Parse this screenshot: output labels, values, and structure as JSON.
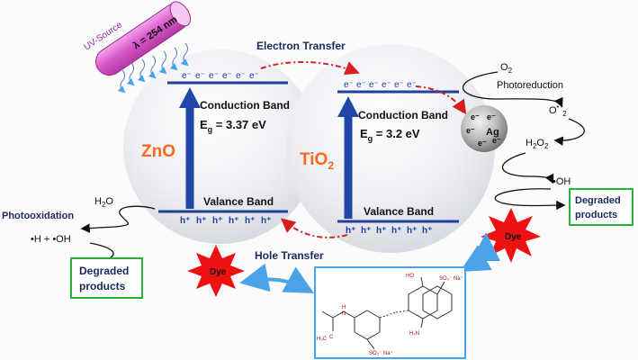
{
  "uv_source": {
    "label": "UV-Source",
    "wavelength": "λ = 254 nm"
  },
  "process_labels": {
    "electron_transfer": "Electron Transfer",
    "hole_transfer": "Hole Transfer",
    "photoreduction": "Photoreduction",
    "photooxidation": "Photooxidation"
  },
  "zno": {
    "name": "ZnO",
    "conduction_band": "Conduction Band",
    "valence_band": "Valance Band",
    "bandgap_symbol": "E",
    "bandgap_subscript": "g",
    "bandgap_value": " = 3.37 eV",
    "electrons": [
      "e⁻",
      "e⁻",
      "e⁻",
      "e⁻",
      "e⁻",
      "e⁻"
    ],
    "holes": [
      "h⁺",
      "h⁺",
      "h⁺",
      "h⁺",
      "h⁺",
      "h⁺"
    ]
  },
  "tio2": {
    "name": "TiO",
    "name_subscript": "2",
    "conduction_band": "Conduction Band",
    "valence_band": "Valance Band",
    "bandgap_symbol": "E",
    "bandgap_subscript": "g",
    "bandgap_value": " = 3.2 eV",
    "electrons": [
      "e⁻",
      "e⁻",
      "e⁻",
      "e⁻",
      "e⁻",
      "e⁻"
    ],
    "holes": [
      "h⁺",
      "h⁺",
      "h⁺",
      "h⁺",
      "h⁺",
      "h⁺"
    ]
  },
  "ag": {
    "label": "Ag",
    "electron": "e⁻"
  },
  "species": {
    "o2": "O",
    "o2_sub": "2",
    "superoxide": "O",
    "superoxide_sup": "• -",
    "superoxide_sub": "2",
    "h2o2_a": "H",
    "h2o2_sub1": "2",
    "h2o2_b": "O",
    "h2o2_sub2": "2",
    "oh_radical": "•OH",
    "h2o_a": "H",
    "h2o_sub": "2",
    "h2o_b": "O",
    "h_oh": "•H + •OH"
  },
  "degraded_products": {
    "line1": "Degraded",
    "line2": "products"
  },
  "dye": "Dye",
  "molecule_labels": {
    "so3na_top": "SO₃⁻ Na⁺",
    "ho": "HO",
    "h2n": "H₂N",
    "hn": "H",
    "n": "N",
    "c": "C",
    "h3c": "H₃C",
    "so3na_bottom": "SO₃⁻ Na⁺"
  },
  "colors": {
    "band_line": "#1f3f9c",
    "arrow": "#1f46a8",
    "zno_label": "#f26a1a",
    "tio2_label": "#f26a1a",
    "electron_path": "#d61f1f",
    "uv_tube": "#e36ad6",
    "dye_burst": "#ee1111",
    "product_border": "#23b23a",
    "double_arrow": "#4aa3e8"
  }
}
